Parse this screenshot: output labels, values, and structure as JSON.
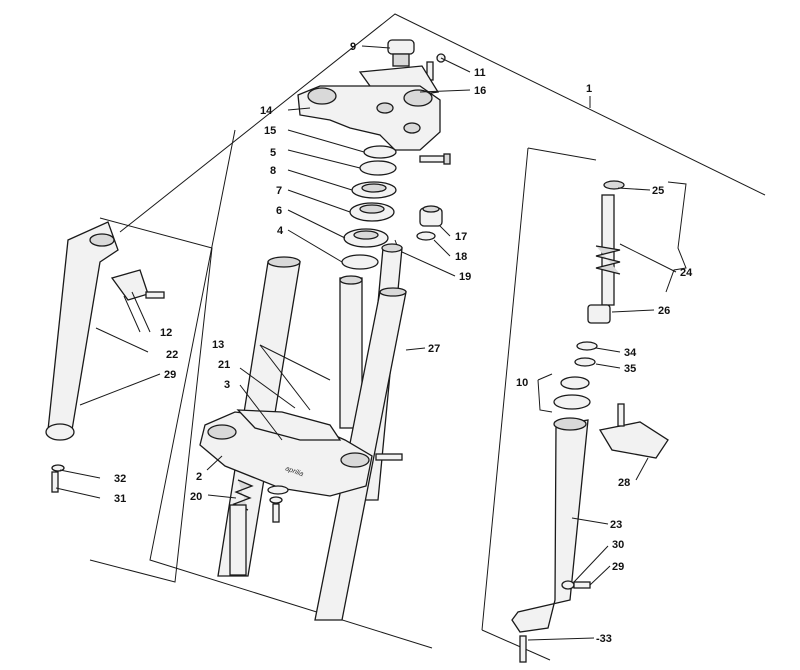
{
  "diagram": {
    "brand_mark": "aprilia",
    "callouts": {
      "c1": "1",
      "c2": "2",
      "c3": "3",
      "c4": "4",
      "c5": "5",
      "c6": "6",
      "c7": "7",
      "c8": "8",
      "c9": "9",
      "c10": "10",
      "c11": "11",
      "c12": "12",
      "c13": "13",
      "c14": "14",
      "c15": "15",
      "c16": "16",
      "c17": "17",
      "c18": "18",
      "c19": "19",
      "c20": "20",
      "c21": "21",
      "c22": "22",
      "c23": "23",
      "c24": "24",
      "c25": "25",
      "c26": "26",
      "c27": "27",
      "c28": "28",
      "c29a": "29",
      "c29b": "29",
      "c30": "30",
      "c31": "31",
      "c32": "32",
      "c33": "-33",
      "c34": "34",
      "c35": "35"
    }
  }
}
